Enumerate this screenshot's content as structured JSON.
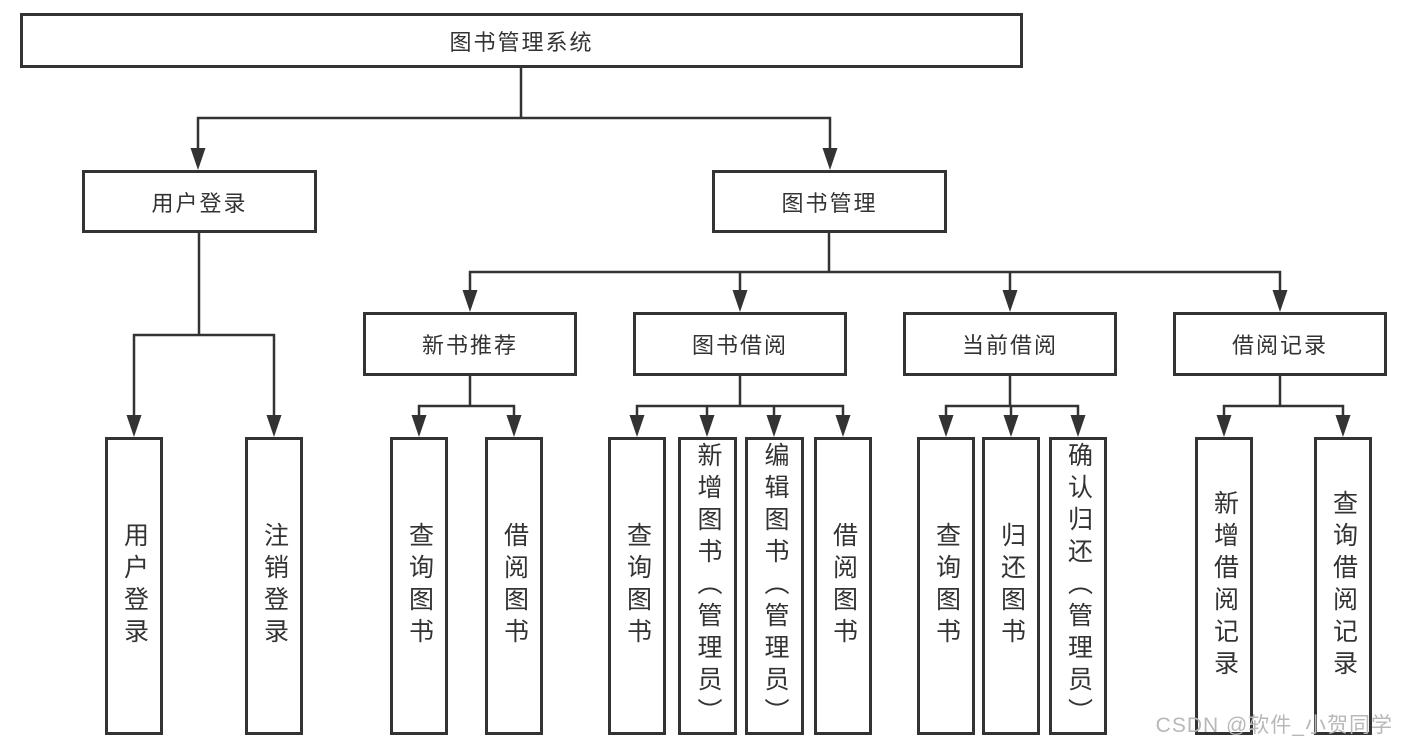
{
  "tree": {
    "root": "图书管理系统",
    "branches": [
      {
        "label": "用户登录",
        "children": [
          "用户登录",
          "注销登录"
        ]
      },
      {
        "label": "图书管理",
        "sections": [
          {
            "label": "新书推荐",
            "children": [
              "查询图书",
              "借阅图书"
            ]
          },
          {
            "label": "图书借阅",
            "children": [
              "查询图书",
              "新增图书（管理员）",
              "编辑图书（管理员）",
              "借阅图书"
            ]
          },
          {
            "label": "当前借阅",
            "children": [
              "查询图书",
              "归还图书",
              "确认归还（管理员）"
            ]
          },
          {
            "label": "借阅记录",
            "children": [
              "新增借阅记录",
              "查询借阅记录"
            ]
          }
        ]
      }
    ]
  },
  "watermark": {
    "text": "CSDN @软件_小贺同学"
  },
  "colors": {
    "line": "#333333",
    "text": "#333333",
    "watermark_text": "#b8b8b8",
    "background": "#ffffff"
  }
}
